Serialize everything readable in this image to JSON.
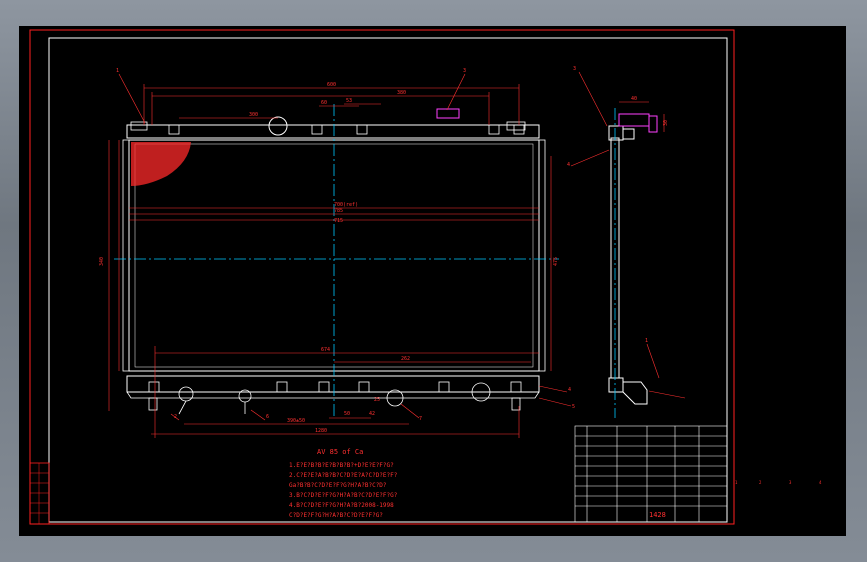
{
  "drawing": {
    "background": "#000000",
    "colors": {
      "frame": "#ff2020",
      "outline": "#ffffff",
      "dimension": "#ff3030",
      "centerline": "#00c8ff",
      "accent": "#ff40ff",
      "hatch": "#ff2a2a",
      "text": "#ff3030"
    },
    "front_view": {
      "top_dims": [
        "600",
        "380",
        "300",
        "60",
        "53"
      ],
      "side_dims": [
        "340",
        "475"
      ],
      "center_labels": [
        "700(ref)",
        "785",
        "715"
      ],
      "bottom_dims": [
        "674",
        "262",
        "50",
        "42",
        "25",
        "390±50",
        "1280"
      ],
      "callouts": [
        "1",
        "2",
        "3",
        "4",
        "5",
        "6",
        "7"
      ]
    },
    "side_view": {
      "dims": [
        "40",
        "30"
      ],
      "callouts": [
        "3",
        "4",
        "1"
      ]
    },
    "notes": {
      "title": "AV 85 of Ca",
      "lines": [
        "1.E?E?B?B?E?B?B?B?+D?E?E?F?G?",
        "2.C?E?E?A?B?B?C?D?E?A?C?D?E?F?",
        "  Ga?B?B?C?D?E?F?G?H?A?B?C?D?",
        "3.B?C?D?E?F?G?H?A?B?C?D?E?F?G?",
        "4.B?C?D?E?F?G?H?A?B?2008-1998",
        "  C?D?E?F?G?H?A?B?C?D?E?F?G?"
      ]
    },
    "title_block": {
      "drawing_no": "1428",
      "misc": [
        "1",
        "2",
        "3",
        "4"
      ]
    }
  }
}
